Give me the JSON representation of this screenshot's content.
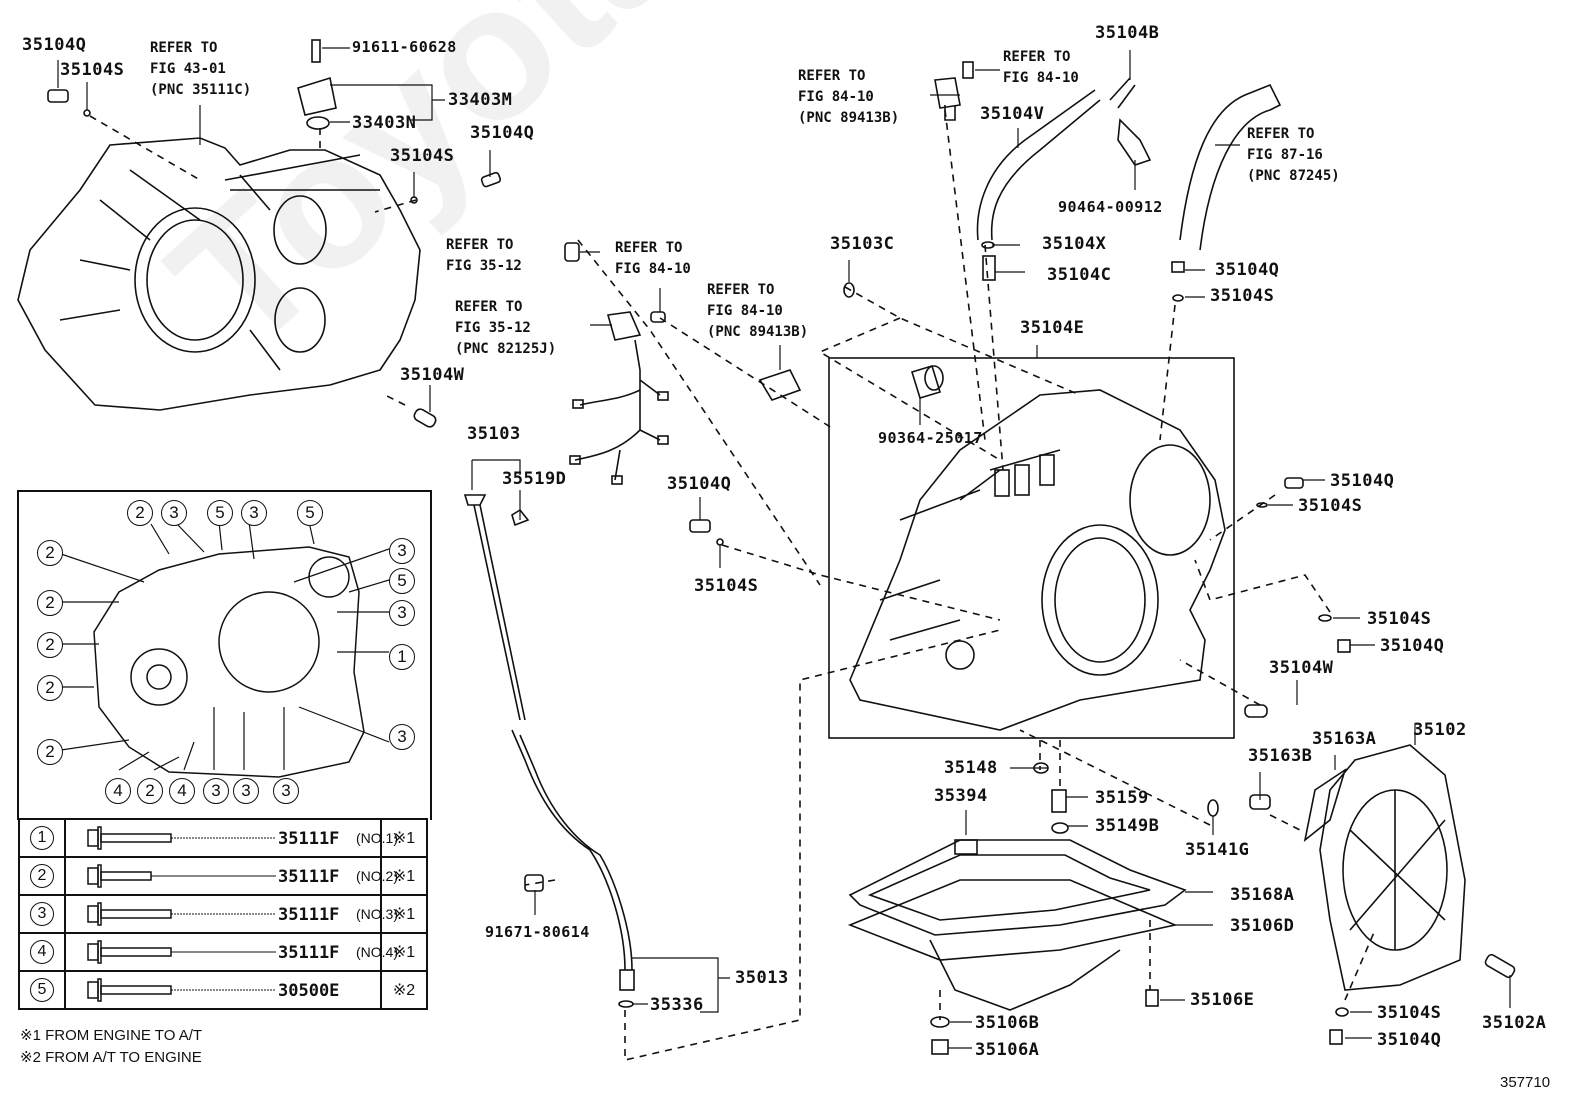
{
  "figure_id": "357710",
  "watermark": "ToyotaCarNine.ru",
  "labels": {
    "p35104Q_a": "35104Q",
    "p35104S_a": "35104S",
    "ref_fig4301": "REFER TO\nFIG 43-01\n(PNC 35111C)",
    "p91611": "91611-60628",
    "p33403M": "33403M",
    "p33403N": "33403N",
    "p35104S_b": "35104S",
    "p35104Q_b": "35104Q",
    "p35104W_a": "35104W",
    "ref_fig3512_a": "REFER TO\nFIG 35-12",
    "ref_fig3512_b": "REFER TO\nFIG 35-12\n(PNC 82125J)",
    "ref_fig8410_a": "REFER TO\nFIG 84-10",
    "ref_fig8410_b": "REFER TO\nFIG 84-10\n(PNC 89413B)",
    "ref_fig8410_c": "REFER TO\nFIG 84-10\n(PNC 89413B)",
    "ref_fig8410_d": "REFER TO\nFIG 84-10",
    "ref_fig8716": "REFER TO\nFIG 87-16\n(PNC 87245)",
    "p35103": "35103",
    "p35519D": "35519D",
    "p35104Q_c": "35104Q",
    "p35104S_c": "35104S",
    "p35104B": "35104B",
    "p35104V": "35104V",
    "p90464": "90464-00912",
    "p35103C": "35103C",
    "p35104X": "35104X",
    "p35104C": "35104C",
    "p35104E": "35104E",
    "p35104Q_d": "35104Q",
    "p35104S_d": "35104S",
    "p90364": "90364-25017",
    "p35104Q_e": "35104Q",
    "p35104S_e": "35104S",
    "p35104S_f": "35104S",
    "p35104Q_f": "35104Q",
    "p35104W_b": "35104W",
    "p35163B": "35163B",
    "p35163A": "35163A",
    "p35102": "35102",
    "p35148": "35148",
    "p35394": "35394",
    "p35159": "35159",
    "p35149B": "35149B",
    "p35141G": "35141G",
    "p35168A": "35168A",
    "p35106D": "35106D",
    "p35106E": "35106E",
    "p35106B": "35106B",
    "p35106A": "35106A",
    "p35104S_g": "35104S",
    "p35104Q_g": "35104Q",
    "p35102A": "35102A",
    "p91671": "91671-80614",
    "p35013": "35013",
    "p35336": "35336"
  },
  "bolt_map": {
    "callouts_top": [
      "2",
      "3",
      "5",
      "3",
      "5"
    ],
    "callouts_left": [
      "2",
      "2",
      "2",
      "2",
      "2"
    ],
    "callouts_right": [
      "3",
      "5",
      "3",
      "1",
      "3"
    ],
    "callouts_bottom": [
      "4",
      "2",
      "4",
      "3",
      "3",
      "3"
    ]
  },
  "bolt_table": [
    {
      "num": "1",
      "part": "35111F",
      "size": "(NO.1)",
      "note": "※1"
    },
    {
      "num": "2",
      "part": "35111F",
      "size": "(NO.2)",
      "note": "※1"
    },
    {
      "num": "3",
      "part": "35111F",
      "size": "(NO.3)",
      "note": "※1"
    },
    {
      "num": "4",
      "part": "35111F",
      "size": "(NO.4)",
      "note": "※1"
    },
    {
      "num": "5",
      "part": "30500E",
      "size": "",
      "note": "※2"
    }
  ],
  "footnotes": [
    "※1 FROM ENGINE TO A/T",
    "※2 FROM A/T TO ENGINE"
  ]
}
